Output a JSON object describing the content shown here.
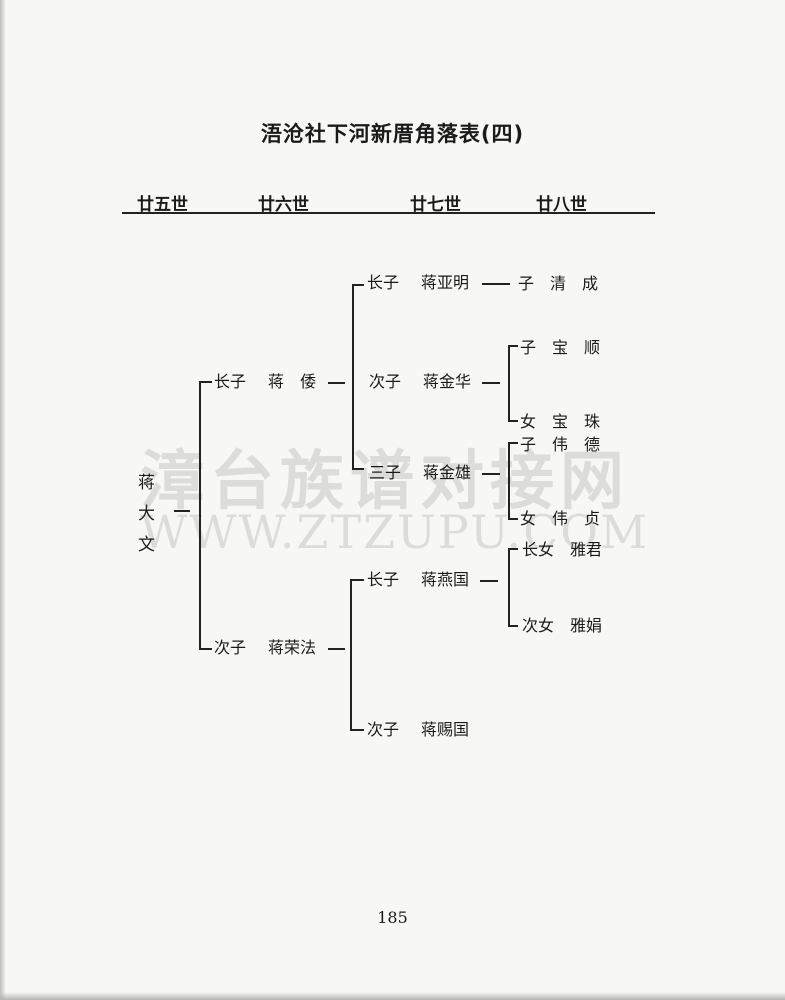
{
  "title": "浯沧社下河新厝角落表(四)",
  "generations": [
    "廿五世",
    "廿六世",
    "廿七世",
    "廿八世"
  ],
  "root": {
    "chars": [
      "蒋",
      "大",
      "文"
    ]
  },
  "gen26": [
    {
      "rel": "长子",
      "name": "蒋　倭"
    },
    {
      "rel": "次子",
      "name": "蒋荣法"
    }
  ],
  "gen27": [
    {
      "rel": "长子",
      "name": "蒋亚明"
    },
    {
      "rel": "次子",
      "name": "蒋金华"
    },
    {
      "rel": "三子",
      "name": "蒋金雄"
    },
    {
      "rel": "长子",
      "name": "蒋燕国"
    },
    {
      "rel": "次子",
      "name": "蒋赐国"
    }
  ],
  "gen28": [
    "子　清　成",
    "子　宝　顺",
    "女　宝　珠",
    "子　伟　德",
    "女　伟　贞",
    "长女　雅君",
    "次女　雅娟"
  ],
  "watermark": {
    "line1": "漳台族谱对接网",
    "line2": "WWW.ZTZUPU.COM"
  },
  "page_number": "185"
}
